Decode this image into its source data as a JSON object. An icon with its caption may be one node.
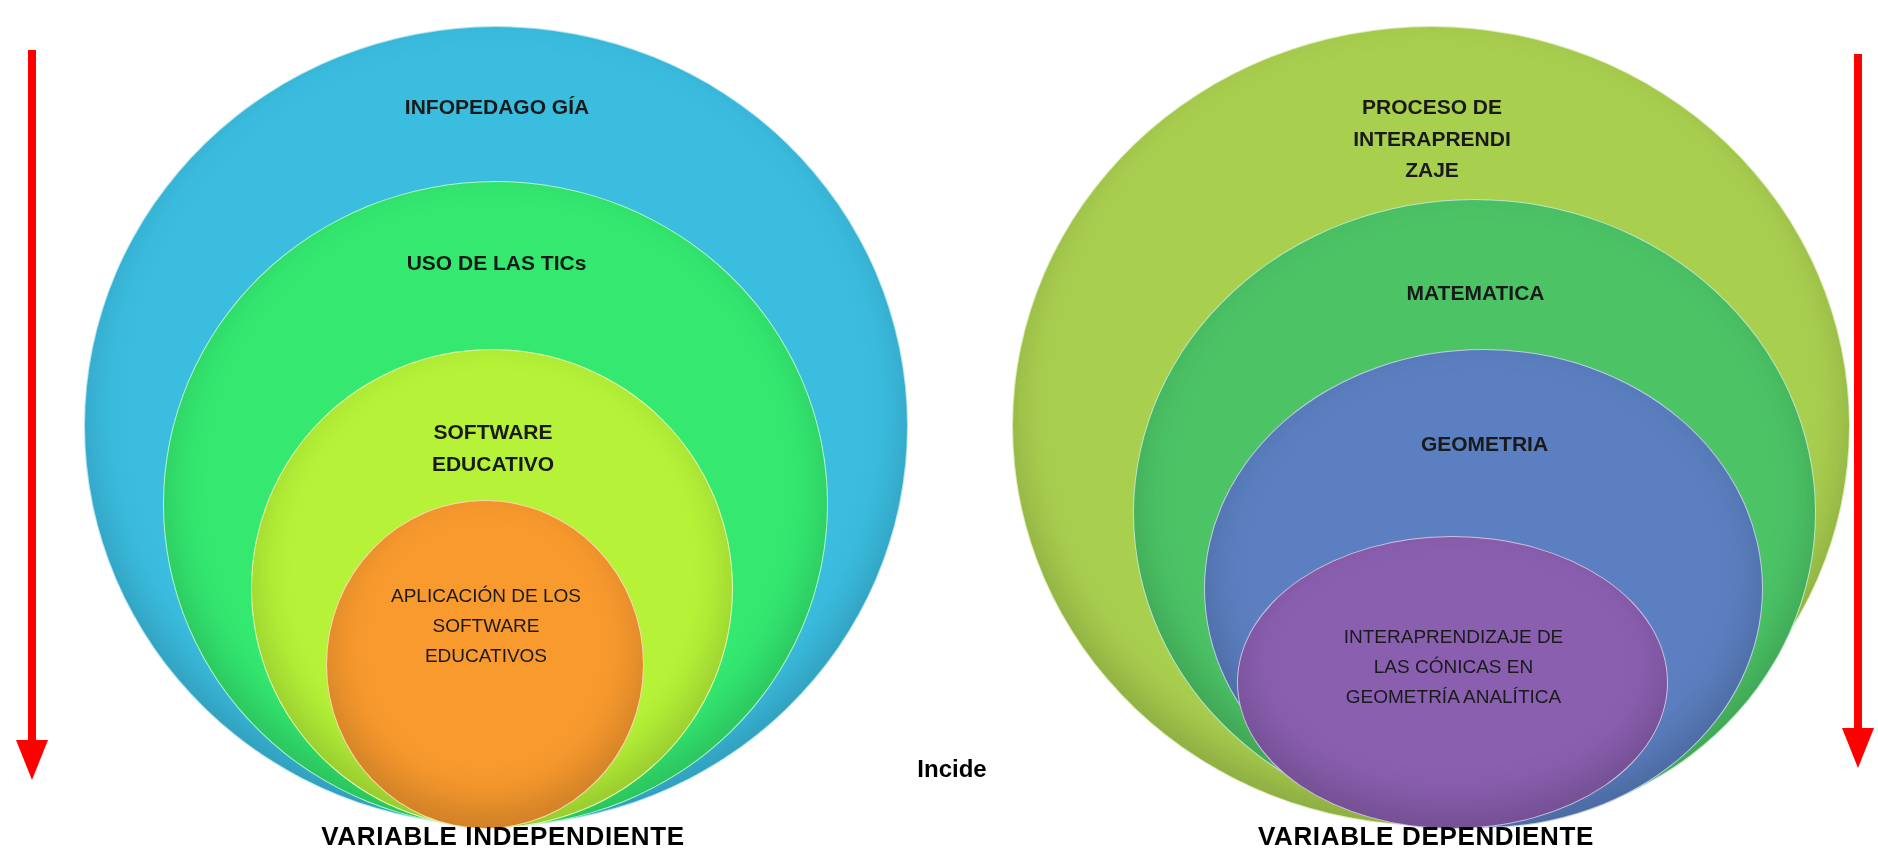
{
  "diagram": {
    "nodes": [
      {
        "text": [
          "INFOPEDAGO GÍA"
        ]
      },
      {
        "text": [
          "USO DE LAS TICs"
        ],
        "in": 0
      },
      {
        "text": [
          "SOFTWARE EDUCATIVO"
        ],
        "in": 1
      },
      {
        "text": [
          "APLICACIÓN DE LOS SOFTWARE EDUCATIVOS"
        ],
        "in": 2
      },
      {
        "text": [
          "PROCESO DE INTERAPRENDI ZAJE"
        ]
      },
      {
        "text": [
          "MATEMATICA"
        ],
        "in": 4
      },
      {
        "text": [
          "GEOMETRIA"
        ],
        "in": 5
      },
      {
        "text": [
          "INTERAPRENDIZAJE DE LAS CÓNICAS EN GEOMETRÍA ANALÍTICA"
        ],
        "in": 6
      }
    ],
    "labels": [
      "Incide",
      "VARIABLE INDEPENDIENTE",
      "VARIABLE DEPENDIENTE"
    ]
  }
}
